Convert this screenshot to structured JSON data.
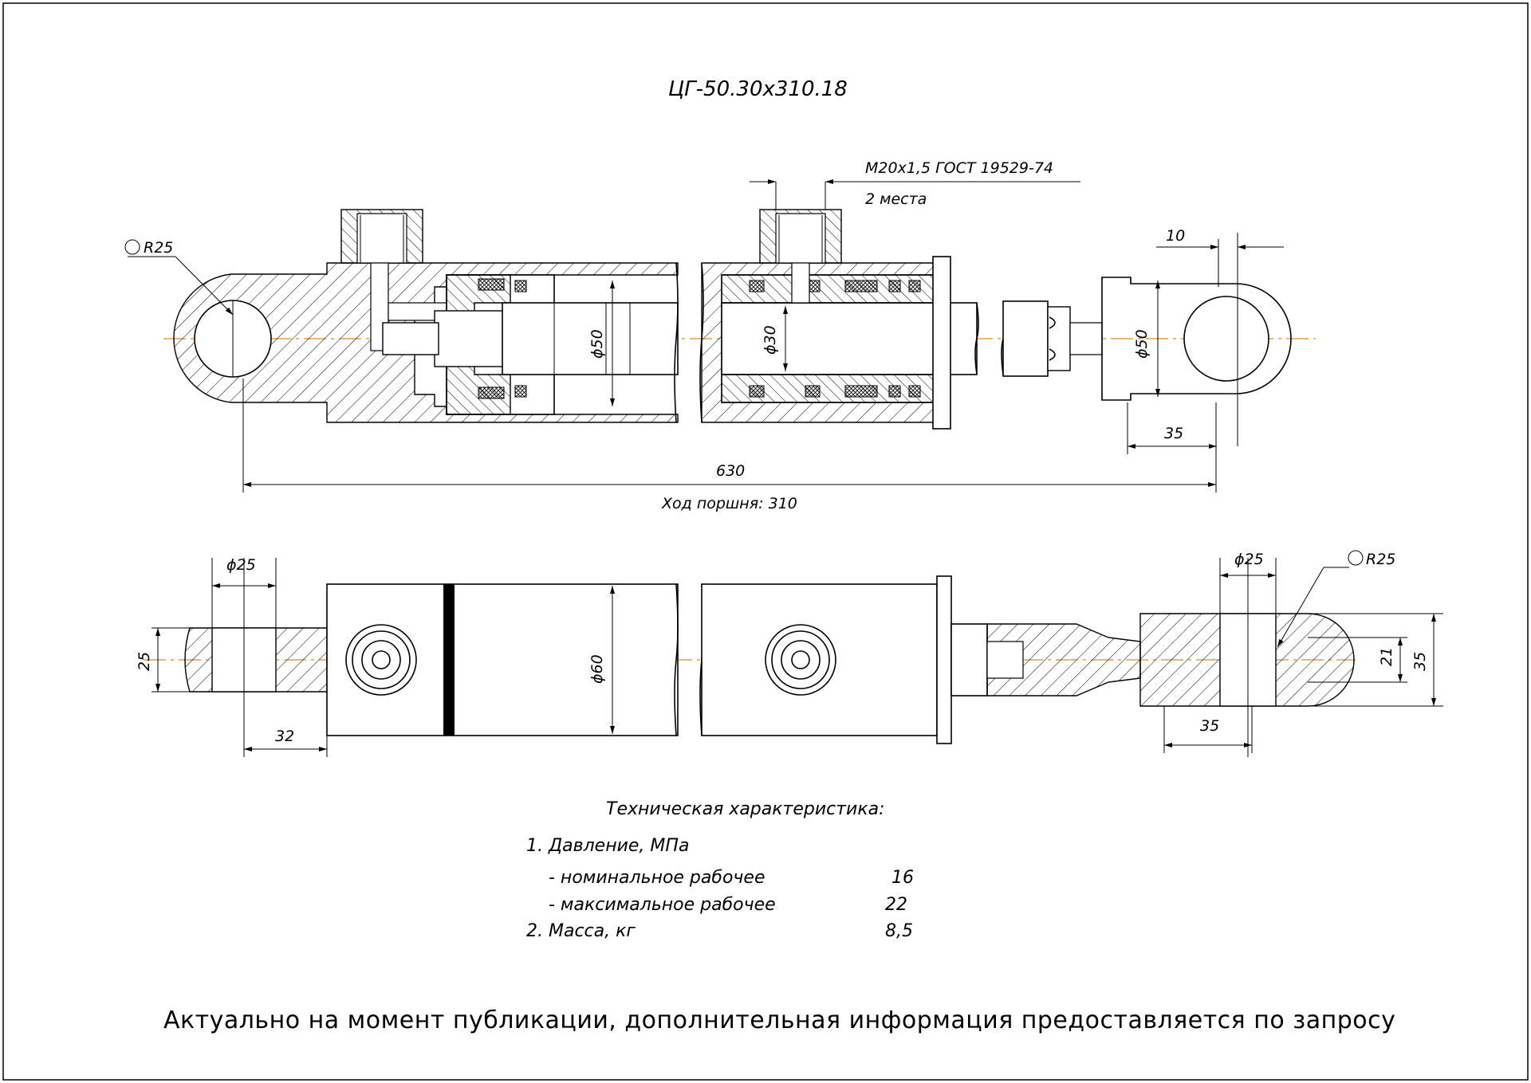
{
  "title": "ЦГ-50.30х310.18",
  "thread_callout": {
    "line1": "М20х1,5 ГОСТ 19529-74",
    "line2": "2 места"
  },
  "dimensions": {
    "r25_top": "R25",
    "d50_bore": "ϕ50",
    "d30_rod": "ϕ30",
    "d50_eye": "ϕ50",
    "dim_10": "10",
    "dim_35_top": "35",
    "dim_630": "630",
    "stroke_label": "Ход поршня: 310",
    "d25_left": "ϕ25",
    "dim_25_left": "25",
    "dim_32": "32",
    "d60": "ϕ60",
    "d25_right": "ϕ25",
    "r25_bottom": "R25",
    "dim_21": "21",
    "dim_35_right": "35",
    "dim_35_bottom": "35"
  },
  "spec": {
    "heading": "Техническая характеристика:",
    "rows": [
      {
        "label": "1. Давление, МПа",
        "value": ""
      },
      {
        "label": "- номинальное рабочее",
        "value": "16"
      },
      {
        "label": "- максимальное рабочее",
        "value": "22"
      },
      {
        "label": "2. Масса, кг",
        "value": "8,5"
      }
    ]
  },
  "footer": "Актуально на момент публикации, дополнительная информация предоставляется по запросу",
  "colors": {
    "axis": "#e08a1e",
    "line": "#000000",
    "background": "#ffffff"
  }
}
